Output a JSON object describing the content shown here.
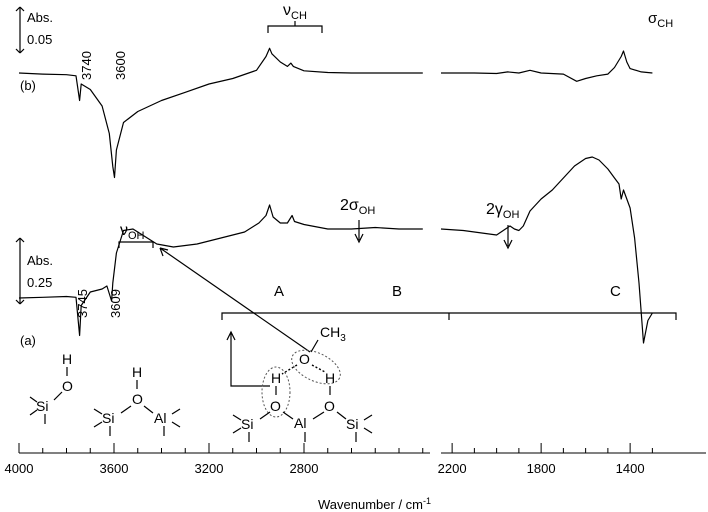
{
  "chart_data": {
    "type": "line",
    "xlabel": "Wavenumber / cm",
    "xlabel_sup": "-1",
    "xlim": [
      4000,
      1300
    ],
    "x_break": [
      2300,
      2250
    ],
    "x_ticks": [
      4000,
      3600,
      3200,
      2800,
      2200,
      1800,
      1400
    ],
    "scale_bars": [
      {
        "label_line1": "Abs.",
        "label_line2": "0.05",
        "panel": "b"
      },
      {
        "label_line1": "Abs.",
        "label_line2": "0.25",
        "panel": "a"
      }
    ],
    "series": [
      {
        "name": "(b)",
        "points": [
          [
            4000,
            0.0
          ],
          [
            3900,
            -0.002
          ],
          [
            3800,
            -0.003
          ],
          [
            3760,
            -0.005
          ],
          [
            3745,
            -0.05
          ],
          [
            3738,
            -0.02
          ],
          [
            3700,
            -0.03
          ],
          [
            3650,
            -0.06
          ],
          [
            3620,
            -0.11
          ],
          [
            3605,
            -0.17
          ],
          [
            3598,
            -0.19
          ],
          [
            3590,
            -0.14
          ],
          [
            3560,
            -0.09
          ],
          [
            3500,
            -0.07
          ],
          [
            3400,
            -0.05
          ],
          [
            3300,
            -0.035
          ],
          [
            3200,
            -0.02
          ],
          [
            3100,
            -0.01
          ],
          [
            3000,
            0.005
          ],
          [
            2960,
            0.03
          ],
          [
            2945,
            0.045
          ],
          [
            2935,
            0.035
          ],
          [
            2900,
            0.02
          ],
          [
            2870,
            0.012
          ],
          [
            2855,
            0.018
          ],
          [
            2845,
            0.012
          ],
          [
            2800,
            0.004
          ],
          [
            2700,
            0.001
          ],
          [
            2600,
            0.0
          ],
          [
            2300,
            0.0
          ],
          [
            2250,
            0.0
          ],
          [
            2100,
            0.0
          ],
          [
            2000,
            -0.001
          ],
          [
            1950,
            0.002
          ],
          [
            1900,
            0.0
          ],
          [
            1850,
            0.005
          ],
          [
            1800,
            0.0
          ],
          [
            1700,
            -0.002
          ],
          [
            1640,
            -0.015
          ],
          [
            1600,
            -0.01
          ],
          [
            1550,
            -0.005
          ],
          [
            1500,
            -0.002
          ],
          [
            1470,
            0.01
          ],
          [
            1440,
            0.03
          ],
          [
            1430,
            0.04
          ],
          [
            1415,
            0.02
          ],
          [
            1400,
            0.008
          ],
          [
            1350,
            0.002
          ],
          [
            1300,
            0.0
          ]
        ]
      },
      {
        "name": "(a)",
        "points": [
          [
            4000,
            0.0
          ],
          [
            3900,
            0.005
          ],
          [
            3800,
            0.01
          ],
          [
            3760,
            0.005
          ],
          [
            3745,
            -0.25
          ],
          [
            3738,
            -0.05
          ],
          [
            3700,
            0.04
          ],
          [
            3650,
            0.06
          ],
          [
            3630,
            0.08
          ],
          [
            3610,
            -0.02
          ],
          [
            3605,
            0.1
          ],
          [
            3590,
            0.3
          ],
          [
            3560,
            0.45
          ],
          [
            3520,
            0.46
          ],
          [
            3480,
            0.42
          ],
          [
            3420,
            0.36
          ],
          [
            3350,
            0.34
          ],
          [
            3250,
            0.36
          ],
          [
            3150,
            0.4
          ],
          [
            3050,
            0.44
          ],
          [
            2990,
            0.5
          ],
          [
            2960,
            0.55
          ],
          [
            2945,
            0.62
          ],
          [
            2930,
            0.54
          ],
          [
            2900,
            0.5
          ],
          [
            2870,
            0.5
          ],
          [
            2850,
            0.55
          ],
          [
            2840,
            0.51
          ],
          [
            2800,
            0.49
          ],
          [
            2700,
            0.46
          ],
          [
            2600,
            0.46
          ],
          [
            2500,
            0.47
          ],
          [
            2400,
            0.46
          ],
          [
            2300,
            0.46
          ],
          [
            2250,
            0.46
          ],
          [
            2150,
            0.45
          ],
          [
            2050,
            0.43
          ],
          [
            2000,
            0.42
          ],
          [
            1960,
            0.46
          ],
          [
            1940,
            0.48
          ],
          [
            1920,
            0.46
          ],
          [
            1900,
            0.45
          ],
          [
            1880,
            0.48
          ],
          [
            1850,
            0.58
          ],
          [
            1800,
            0.66
          ],
          [
            1750,
            0.72
          ],
          [
            1700,
            0.8
          ],
          [
            1650,
            0.88
          ],
          [
            1600,
            0.93
          ],
          [
            1570,
            0.94
          ],
          [
            1540,
            0.92
          ],
          [
            1500,
            0.86
          ],
          [
            1470,
            0.8
          ],
          [
            1450,
            0.76
          ],
          [
            1440,
            0.66
          ],
          [
            1430,
            0.72
          ],
          [
            1420,
            0.68
          ],
          [
            1400,
            0.6
          ],
          [
            1380,
            0.4
          ],
          [
            1360,
            0.1
          ],
          [
            1340,
            -0.3
          ],
          [
            1320,
            -0.15
          ],
          [
            1300,
            -0.1
          ]
        ]
      }
    ],
    "annotations": {
      "nu_ch": {
        "main": "ν",
        "sub": "CH"
      },
      "sigma_ch": {
        "main": "σ",
        "sub": "CH"
      },
      "nu_oh": {
        "main": "ν",
        "sub": "OH"
      },
      "two_sigma_oh": {
        "main": "2σ",
        "sub": "OH"
      },
      "two_gamma_oh": {
        "main": "2γ",
        "sub": "OH"
      },
      "peak_3740": "3740",
      "peak_3600": "3600",
      "peak_3745": "3745",
      "peak_3609": "3609",
      "region_a": "A",
      "region_b": "B",
      "region_c": "C"
    },
    "structures": {
      "silanol_si": "Si",
      "silanol_o": "O",
      "silanol_h": "H",
      "bridging_si": "Si",
      "bridging_o": "O",
      "bridging_h": "H",
      "bridging_al": "Al",
      "complex_si1": "Si",
      "complex_o1": "O",
      "complex_h1": "H",
      "complex_al": "Al",
      "complex_o2": "O",
      "complex_h2": "H",
      "complex_si2": "Si",
      "methanol_o": "O",
      "methanol_ch": "CH",
      "methanol_sub": "3"
    }
  }
}
